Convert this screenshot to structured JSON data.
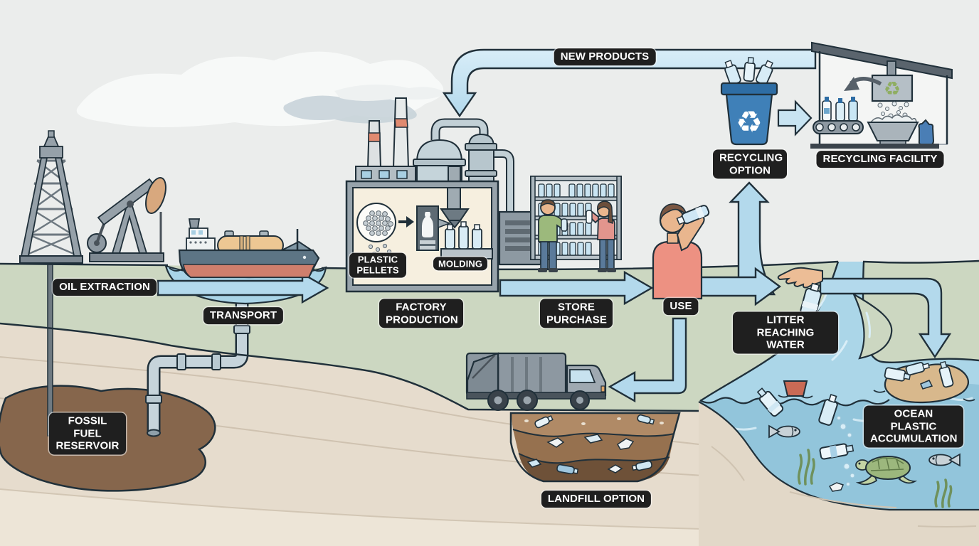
{
  "diagram": {
    "stages": {
      "oil_extraction": "OIL EXTRACTION",
      "transport": "TRANSPORT",
      "factory_production": "FACTORY PRODUCTION",
      "plastic_pellets": "PLASTIC PELLETS",
      "molding": "MOLDING",
      "store_purchase": "STORE PURCHASE",
      "use": "USE",
      "new_products": "NEW PRODUCTS",
      "recycling_option": "RECYCLING OPTION",
      "recycling_facility": "RECYCLING FACILITY",
      "litter_reaching_water": "LITTER REACHING WATER",
      "ocean_plastic_accumulation": "OCEAN PLASTIC ACCUMULATION",
      "landfill_option": "LANDFILL OPTION",
      "fossil_fuel_reservoir": "FOSSIL FUEL RESERVOIR"
    },
    "icons": {
      "recycle_symbol": "♻"
    },
    "colors": {
      "sky": "#ebedec",
      "land_green": "#ccd7c1",
      "underground": "#e6dccd",
      "oil_brown": "#86664c",
      "water_shallow": "#abd6e8",
      "water_deep": "#92c5db",
      "arrow_fill": "#b3d9ec",
      "outline": "#20303a",
      "label_bg": "#1f1f1f",
      "label_text": "#ffffff",
      "bin_blue": "#3f80b8",
      "sand": "#d8b88c"
    }
  }
}
